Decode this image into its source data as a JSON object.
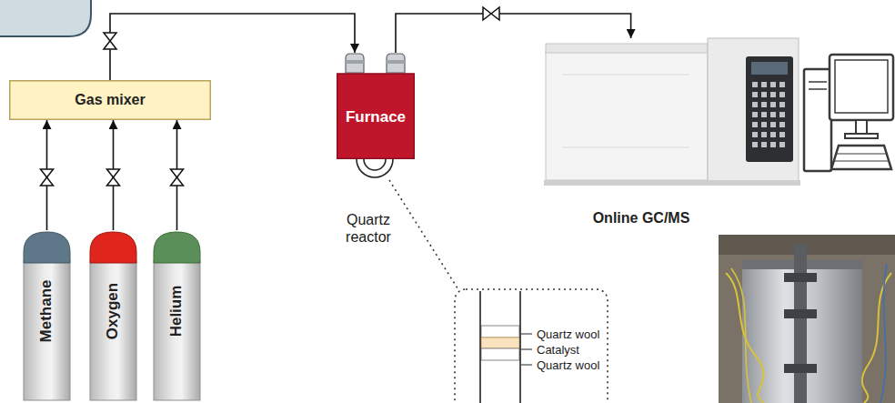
{
  "diagram": {
    "nodes": [
      {
        "text": [
          "Gas mixer"
        ]
      },
      {
        "text": [
          "Methane"
        ]
      },
      {
        "text": [
          "Oxygen"
        ]
      },
      {
        "text": [
          "Helium"
        ]
      },
      {
        "text": [
          "Furnace"
        ]
      },
      {
        "text": [
          "Online GC/MS"
        ]
      }
    ],
    "edges": [
      {
        "from": 1,
        "to": 0,
        "arrow": "to"
      },
      {
        "from": 2,
        "to": 0,
        "arrow": "to"
      },
      {
        "from": 3,
        "to": 0,
        "arrow": "to"
      },
      {
        "from": 0,
        "to": 4,
        "arrow": "to"
      },
      {
        "from": 4,
        "to": 5,
        "arrow": "to"
      }
    ],
    "labels": [
      "Quartz reactor",
      "Quartz wool",
      "Catalyst",
      "Quartz wool"
    ]
  }
}
